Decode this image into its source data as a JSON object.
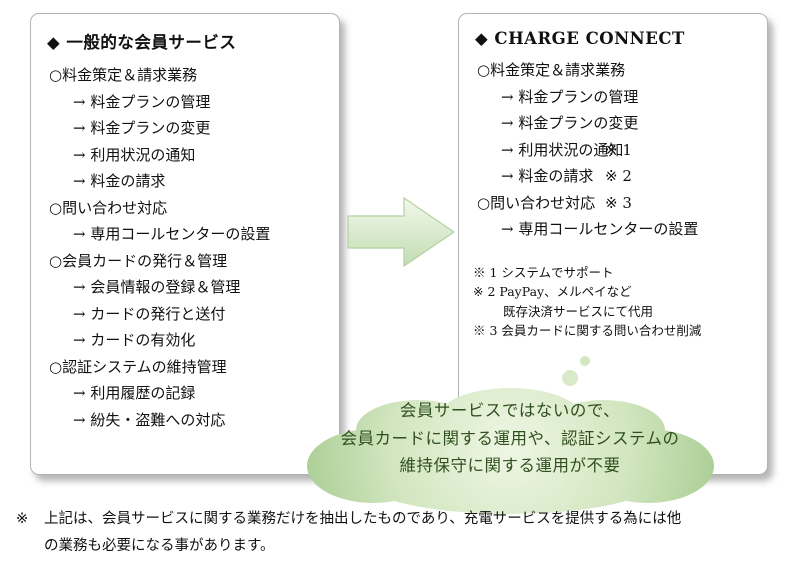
{
  "left_box": {
    "title": "◆ 一般的な会員サービス",
    "items": [
      {
        "text": "○料金策定＆請求業務"
      },
      {
        "text": "→ 料金プランの管理"
      },
      {
        "text": "→ 料金プランの変更"
      },
      {
        "text": "→ 利用状況の通知"
      },
      {
        "text": "→ 料金の請求"
      },
      {
        "text": "○問い合わせ対応"
      },
      {
        "text": "→ 専用コールセンターの設置"
      },
      {
        "text": "○会員カードの発行＆管理"
      },
      {
        "text": "→ 会員情報の登録＆管理"
      },
      {
        "text": "→ カードの発行と送付"
      },
      {
        "text": "→ カードの有効化"
      },
      {
        "text": "○認証システムの維持管理"
      },
      {
        "text": "→ 利用履歴の記録"
      },
      {
        "text": "→ 紛失・盗難への対応"
      }
    ]
  },
  "right_box": {
    "title": "◆ CHARGE CONNECT",
    "items": [
      {
        "text": "○料金策定＆請求業務",
        "note": ""
      },
      {
        "text": "→ 料金プランの管理",
        "note": ""
      },
      {
        "text": "→ 料金プランの変更",
        "note": ""
      },
      {
        "text": "→ 利用状況の通知",
        "note": "※ 1"
      },
      {
        "text": "→ 料金の請求",
        "note": "※ 2"
      },
      {
        "text": "○問い合わせ対応",
        "note": "※ 3"
      },
      {
        "text": "→ 専用コールセンターの設置",
        "note": ""
      }
    ],
    "footnotes": [
      "※ 1 システムでサポート",
      "※ 2 PayPay、メルペイなど",
      "既存決済サービスにて代用",
      "※ 3 会員カードに関する問い合わせ削減"
    ]
  },
  "cloud": {
    "lines": [
      "会員サービスではないので、",
      "会員カードに関する運用や、認証システムの",
      "維持保守に関する運用が不要"
    ]
  },
  "footer": {
    "marker": "※",
    "lines": [
      "上記は、会員サービスに関する業務だけを抽出したものであり、充電サービスを提供する為には他",
      "の業務も必要になる事があります。"
    ]
  },
  "colors": {
    "arrow_fill_top": "#eef6e8",
    "arrow_fill_bottom": "#c2ddb0",
    "cloud_center": "#eaf4df",
    "cloud_edge": "#a9cd92",
    "cloud_text": "#2f4f1e"
  }
}
